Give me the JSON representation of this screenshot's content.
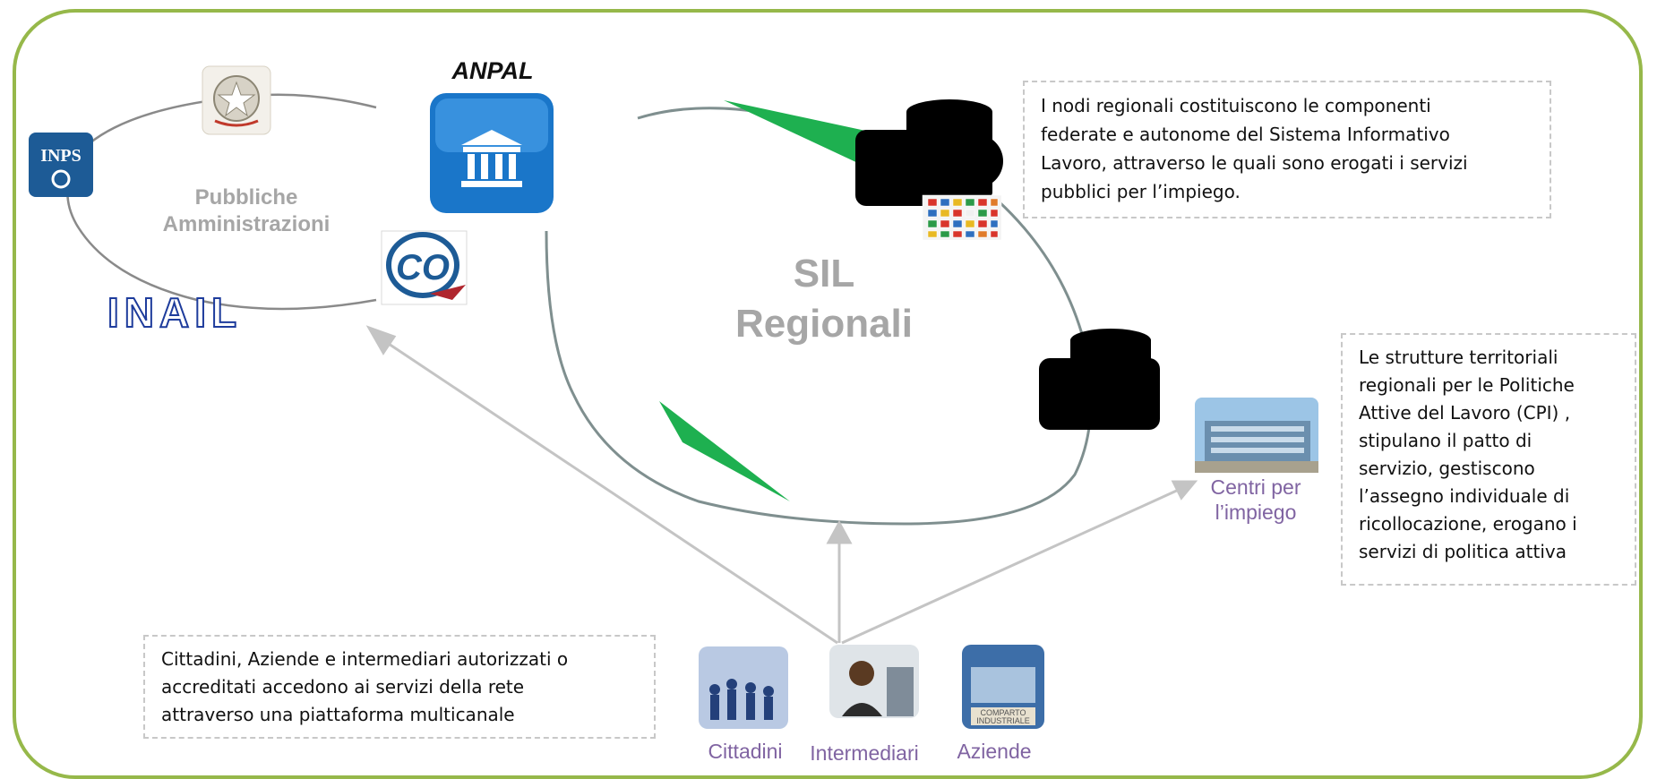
{
  "anpal": {
    "label": "ANPAL",
    "icon": "bank-building-icon"
  },
  "pubbliche_amministrazioni": {
    "label_line1": "Pubbliche",
    "label_line2": "Amministrazioni"
  },
  "logos": {
    "inps": "INPS",
    "inail": "INAIL",
    "co": "CO",
    "repubblica": "emblem"
  },
  "sil": {
    "line1": "SIL",
    "line2": "Regionali"
  },
  "notes": {
    "top_line1": "I nodi regionali costituiscono le componenti",
    "top_line2": "federate e autonome del Sistema Informativo",
    "top_line3": "Lavoro, attraverso le quali sono erogati i servizi",
    "top_line4": "pubblici per l’impiego.",
    "right_line1": "Le strutture territoriali",
    "right_line2": "regionali per le Politiche",
    "right_line3": "Attive del Lavoro (CPI) ,",
    "right_line4": "stipulano il patto di",
    "right_line5": "servizio, gestiscono",
    "right_line6": "l’assegno individuale di",
    "right_line7": "ricollocazione, erogano i",
    "right_line8": "servizi di politica attiva",
    "bottom_line1": "Cittadini, Aziende e intermediari autorizzati o",
    "bottom_line2": "accreditati accedono ai servizi della rete",
    "bottom_line3": "attraverso una piattaforma multicanale"
  },
  "centri": {
    "line1": "Centri per",
    "line2": "l’impiego"
  },
  "users": {
    "cittadini": "Cittadini",
    "intermediari": "Intermediari",
    "aziende": "Aziende",
    "comparto_line1": "COMPARTO",
    "comparto_line2": "INDUSTRIALE"
  },
  "colors": {
    "frame": "#96b84a",
    "accent_green": "#1eb050",
    "purple": "#8064a2",
    "grey_text": "#a6a6a6",
    "anpal_blue": "#1a76c9"
  }
}
